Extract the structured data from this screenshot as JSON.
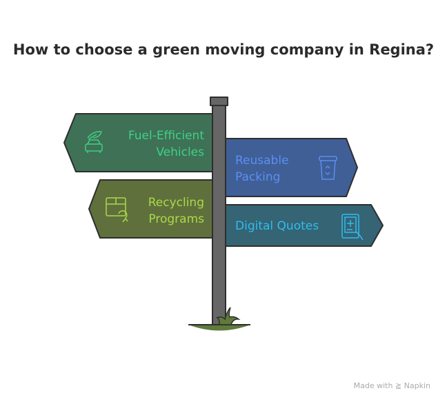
{
  "title": "How to choose a green moving company in Regina?",
  "signs": [
    {
      "label_line1": "Fuel-Efficient",
      "label_line2": "Vehicles",
      "icon": "eco-car-icon",
      "color": "#3f7157",
      "text_color": "#3fd182"
    },
    {
      "label_line1": "Reusable",
      "label_line2": "Packing",
      "icon": "recycle-bin-icon",
      "color": "#3f5f96",
      "text_color": "#5b8ff2"
    },
    {
      "label_line1": "Recycling",
      "label_line2": "Programs",
      "icon": "recycle-box-icon",
      "color": "#5f703c",
      "text_color": "#abd94a"
    },
    {
      "label_line1": "Digital Quotes",
      "icon": "tablet-touch-icon",
      "color": "#356474",
      "text_color": "#2fbdf0"
    }
  ],
  "footer": "Made with ≧ Napkin"
}
